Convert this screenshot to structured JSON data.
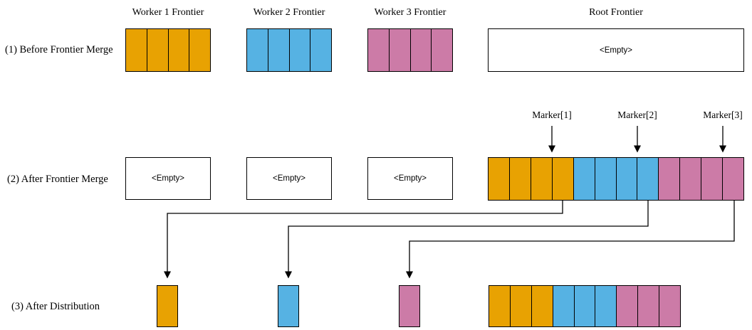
{
  "diagram": {
    "background": "#ffffff",
    "row_labels": [
      "(1) Before Frontier Merge",
      "(2) After Frontier Merge",
      "(3) After Distribution"
    ],
    "titles": {
      "worker1": "Worker 1 Frontier",
      "worker2": "Worker 2 Frontier",
      "worker3": "Worker 3 Frontier",
      "root": "Root Frontier"
    },
    "empty_placeholder": "<Empty>",
    "markers": [
      {
        "label": "Marker[1]"
      },
      {
        "label": "Marker[2]"
      },
      {
        "label": "Marker[3]"
      }
    ],
    "colors": {
      "worker1": "#E8A202",
      "worker2": "#56B2E3",
      "worker3": "#CC7BA7",
      "line": "#000000"
    },
    "boxes": {
      "before_worker1": {
        "segments": [
          {
            "color": "worker1",
            "cells": 4
          }
        ]
      },
      "before_worker2": {
        "segments": [
          {
            "color": "worker2",
            "cells": 4
          }
        ]
      },
      "before_worker3": {
        "segments": [
          {
            "color": "worker3",
            "cells": 4
          }
        ]
      },
      "merged_root": {
        "segments": [
          {
            "color": "worker1",
            "cells": 4
          },
          {
            "color": "worker2",
            "cells": 4
          },
          {
            "color": "worker3",
            "cells": 4
          }
        ]
      },
      "dist_worker1": {
        "segments": [
          {
            "color": "worker1",
            "cells": 1
          }
        ]
      },
      "dist_worker2": {
        "segments": [
          {
            "color": "worker2",
            "cells": 1
          }
        ]
      },
      "dist_worker3": {
        "segments": [
          {
            "color": "worker3",
            "cells": 1
          }
        ]
      },
      "dist_root": {
        "segments": [
          {
            "color": "worker1",
            "cells": 3
          },
          {
            "color": "worker2",
            "cells": 3
          },
          {
            "color": "worker3",
            "cells": 3
          }
        ]
      }
    }
  }
}
